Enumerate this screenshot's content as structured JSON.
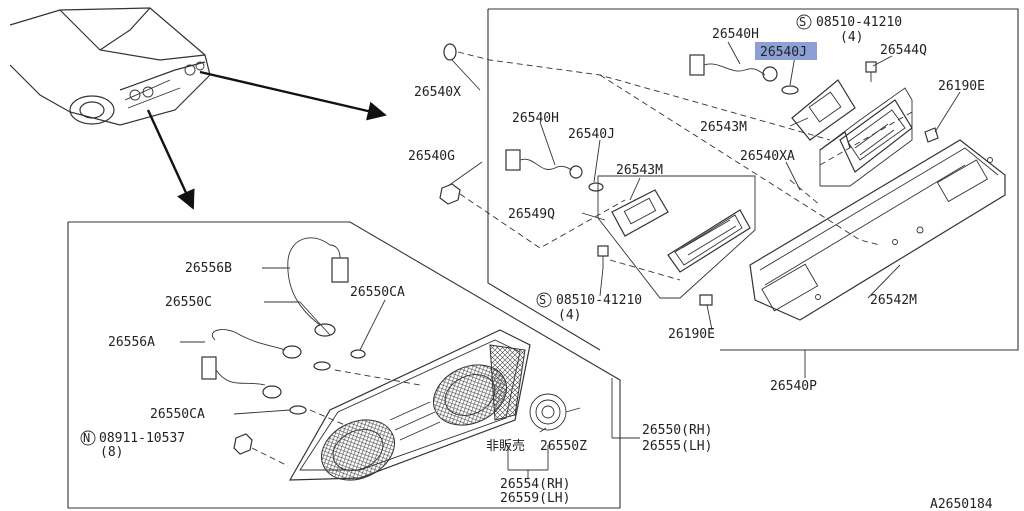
{
  "diagram": {
    "diagram_code": "A2650184",
    "highlight_color": "#8da0d6",
    "labels": {
      "p26540H_top": "26540H",
      "p26540J_top": "26540J",
      "p08510_top": "08510-41210",
      "p08510_top_qty": "(4)",
      "p26544Q": "26544Q",
      "p26190E_top": "26190E",
      "p26540X": "26540X",
      "p26543M_top": "26543M",
      "p26540H_mid": "26540H",
      "p26540J_mid": "26540J",
      "p26540G": "26540G",
      "p26540XA": "26540XA",
      "p26543M_mid": "26543M",
      "p26549Q": "26549Q",
      "p26542M": "26542M",
      "p08510_bot": "08510-41210",
      "p08510_bot_qty": "(4)",
      "p26190E_bot": "26190E",
      "p26540P": "26540P",
      "p26556B": "26556B",
      "p26550C": "26550C",
      "p26550CA_top": "26550CA",
      "p26556A": "26556A",
      "p26550CA_bot": "26550CA",
      "p08911": "08911-10537",
      "p08911_qty": "(8)",
      "not_for_sale": "非販売",
      "p26550Z": "26550Z",
      "p26550RH": "26550(RH)",
      "p26555LH": "26555(LH)",
      "p26554RH": "26554(RH)",
      "p26559LH": "26559(LH)",
      "s_mark": "S",
      "n_mark": "N"
    }
  }
}
